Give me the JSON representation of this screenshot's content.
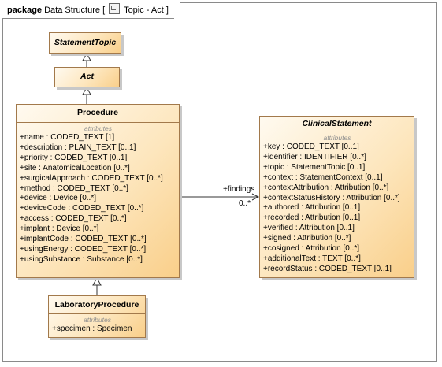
{
  "frame": {
    "keyword": "package",
    "name_prefix": "Data Structure [",
    "diagram_name": "Topic - Act",
    "name_suffix": "]"
  },
  "classes": {
    "statement_topic": {
      "name": "StatementTopic"
    },
    "act": {
      "name": "Act"
    },
    "procedure": {
      "name": "Procedure",
      "section": "attributes",
      "attributes": [
        {
          "name": "+name",
          "type": " : CODED_TEXT [1]"
        },
        {
          "name": "+description",
          "type": " : PLAIN_TEXT [0..1]"
        },
        {
          "name": "+priority",
          "type": " : CODED_TEXT [0..1]"
        },
        {
          "name": "+site",
          "type": " : AnatomicalLocation [0..*]"
        },
        {
          "name": "+surgicalApproach",
          "type": " : CODED_TEXT [0..*]"
        },
        {
          "name": "+method",
          "type": " : CODED_TEXT [0..*]"
        },
        {
          "name": "+device",
          "type": " : Device [0..*]"
        },
        {
          "name": "+deviceCode",
          "type": " : CODED_TEXT [0..*]"
        },
        {
          "name": "+access",
          "type": " : CODED_TEXT [0..*]"
        },
        {
          "name": "+implant",
          "type": " : Device [0..*]"
        },
        {
          "name": "+implantCode",
          "type": " : CODED_TEXT [0..*]"
        },
        {
          "name": "+usingEnergy",
          "type": " : CODED_TEXT [0..*]"
        },
        {
          "name": "+usingSubstance",
          "type": " : Substance [0..*]"
        }
      ]
    },
    "laboratory_procedure": {
      "name": "LaboratoryProcedure",
      "section": "attributes",
      "attributes": [
        {
          "name": "+specimen",
          "type": " : Specimen"
        }
      ]
    },
    "clinical_statement": {
      "name": "ClinicalStatement",
      "section": "attributes",
      "attributes": [
        {
          "name": "+key",
          "type": " : CODED_TEXT [0..1]"
        },
        {
          "name": "+identifier",
          "type": " : IDENTIFIER [0..*]"
        },
        {
          "name": "+topic",
          "type": " : StatementTopic [0..1]"
        },
        {
          "name": "+context",
          "type": " : StatementContext [0..1]"
        },
        {
          "name": "+contextAttribution",
          "type": " : Attribution [0..*]"
        },
        {
          "name": "+contextStatusHistory",
          "type": " : Attribution [0..*]"
        },
        {
          "name": "+authored",
          "type": " : Attribution [0..1]"
        },
        {
          "name": "+recorded",
          "type": " : Attribution [0..1]"
        },
        {
          "name": "+verified",
          "type": " : Attribution [0..1]"
        },
        {
          "name": "+signed",
          "type": " : Attribution [0..*]"
        },
        {
          "name": "+cosigned",
          "type": " : Attribution [0..*]"
        },
        {
          "name": "+additionalText",
          "type": " : TEXT [0..*]"
        },
        {
          "name": "+recordStatus",
          "type": " : CODED_TEXT [0..1]"
        }
      ]
    }
  },
  "association": {
    "role": "+findings",
    "multiplicity": "0..*"
  },
  "colors": {
    "class_fill_light": "#fffaf0",
    "class_fill_dark": "#f9cf8a",
    "class_border": "#a2794b",
    "frame_border": "#8a8a8a"
  }
}
